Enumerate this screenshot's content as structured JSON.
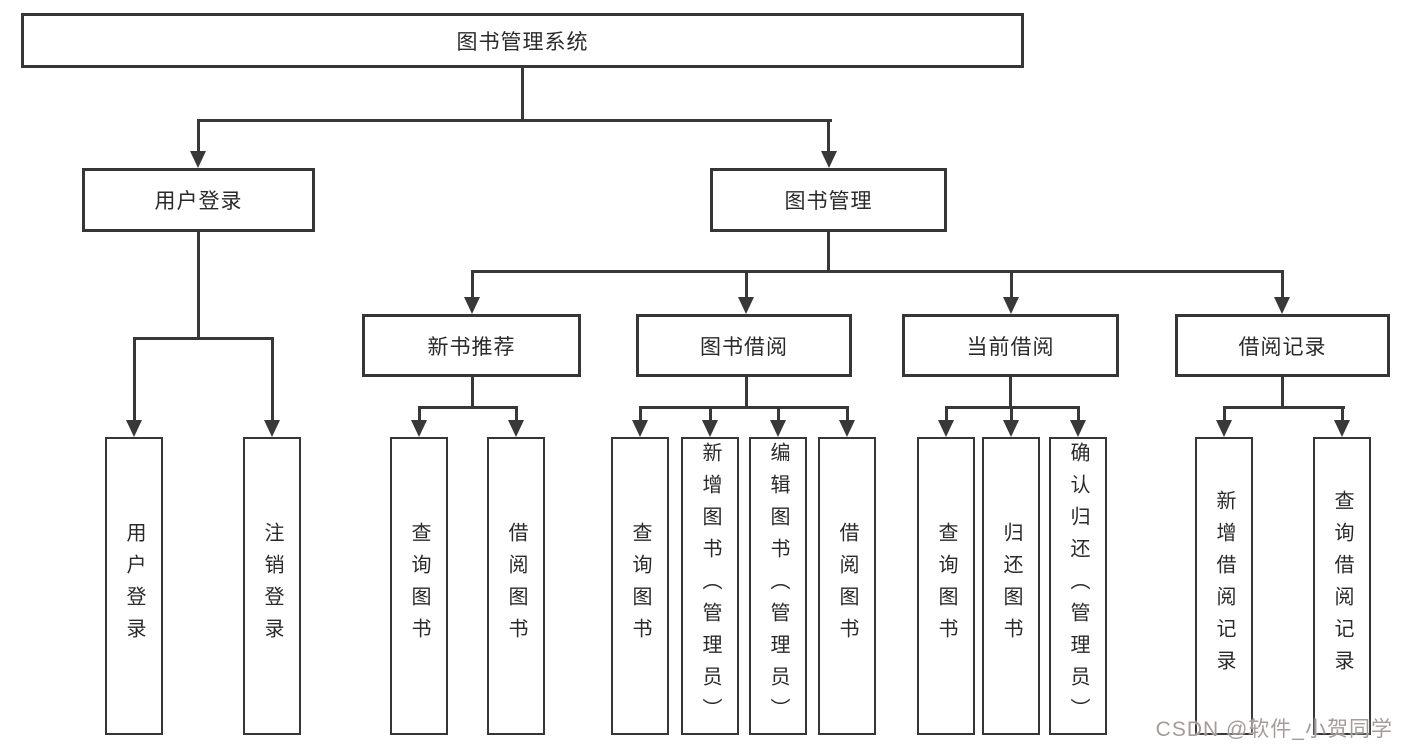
{
  "watermark": {
    "text": "CSDN @软件_小贺同学"
  },
  "tree": {
    "label": "图书管理系统",
    "children": [
      {
        "label": "用户登录",
        "children": [
          {
            "label": "用户登录"
          },
          {
            "label": "注销登录"
          }
        ]
      },
      {
        "label": "图书管理",
        "children": [
          {
            "label": "新书推荐",
            "children": [
              {
                "label": "查询图书"
              },
              {
                "label": "借阅图书"
              }
            ]
          },
          {
            "label": "图书借阅",
            "children": [
              {
                "label": "查询图书"
              },
              {
                "label": "新增图书（管理员）"
              },
              {
                "label": "编辑图书（管理员）"
              },
              {
                "label": "借阅图书"
              }
            ]
          },
          {
            "label": "当前借阅",
            "children": [
              {
                "label": "查询图书"
              },
              {
                "label": "归还图书"
              },
              {
                "label": "确认归还（管理员）"
              }
            ]
          },
          {
            "label": "借阅记录",
            "children": [
              {
                "label": "新增借阅记录"
              },
              {
                "label": "查询借阅记录"
              }
            ]
          }
        ]
      }
    ]
  },
  "colors": {
    "line": "#383838",
    "border": "#363636",
    "text": "#2a2a2a",
    "watermark_tint": "#a89a9a",
    "background": "#ffffff"
  }
}
